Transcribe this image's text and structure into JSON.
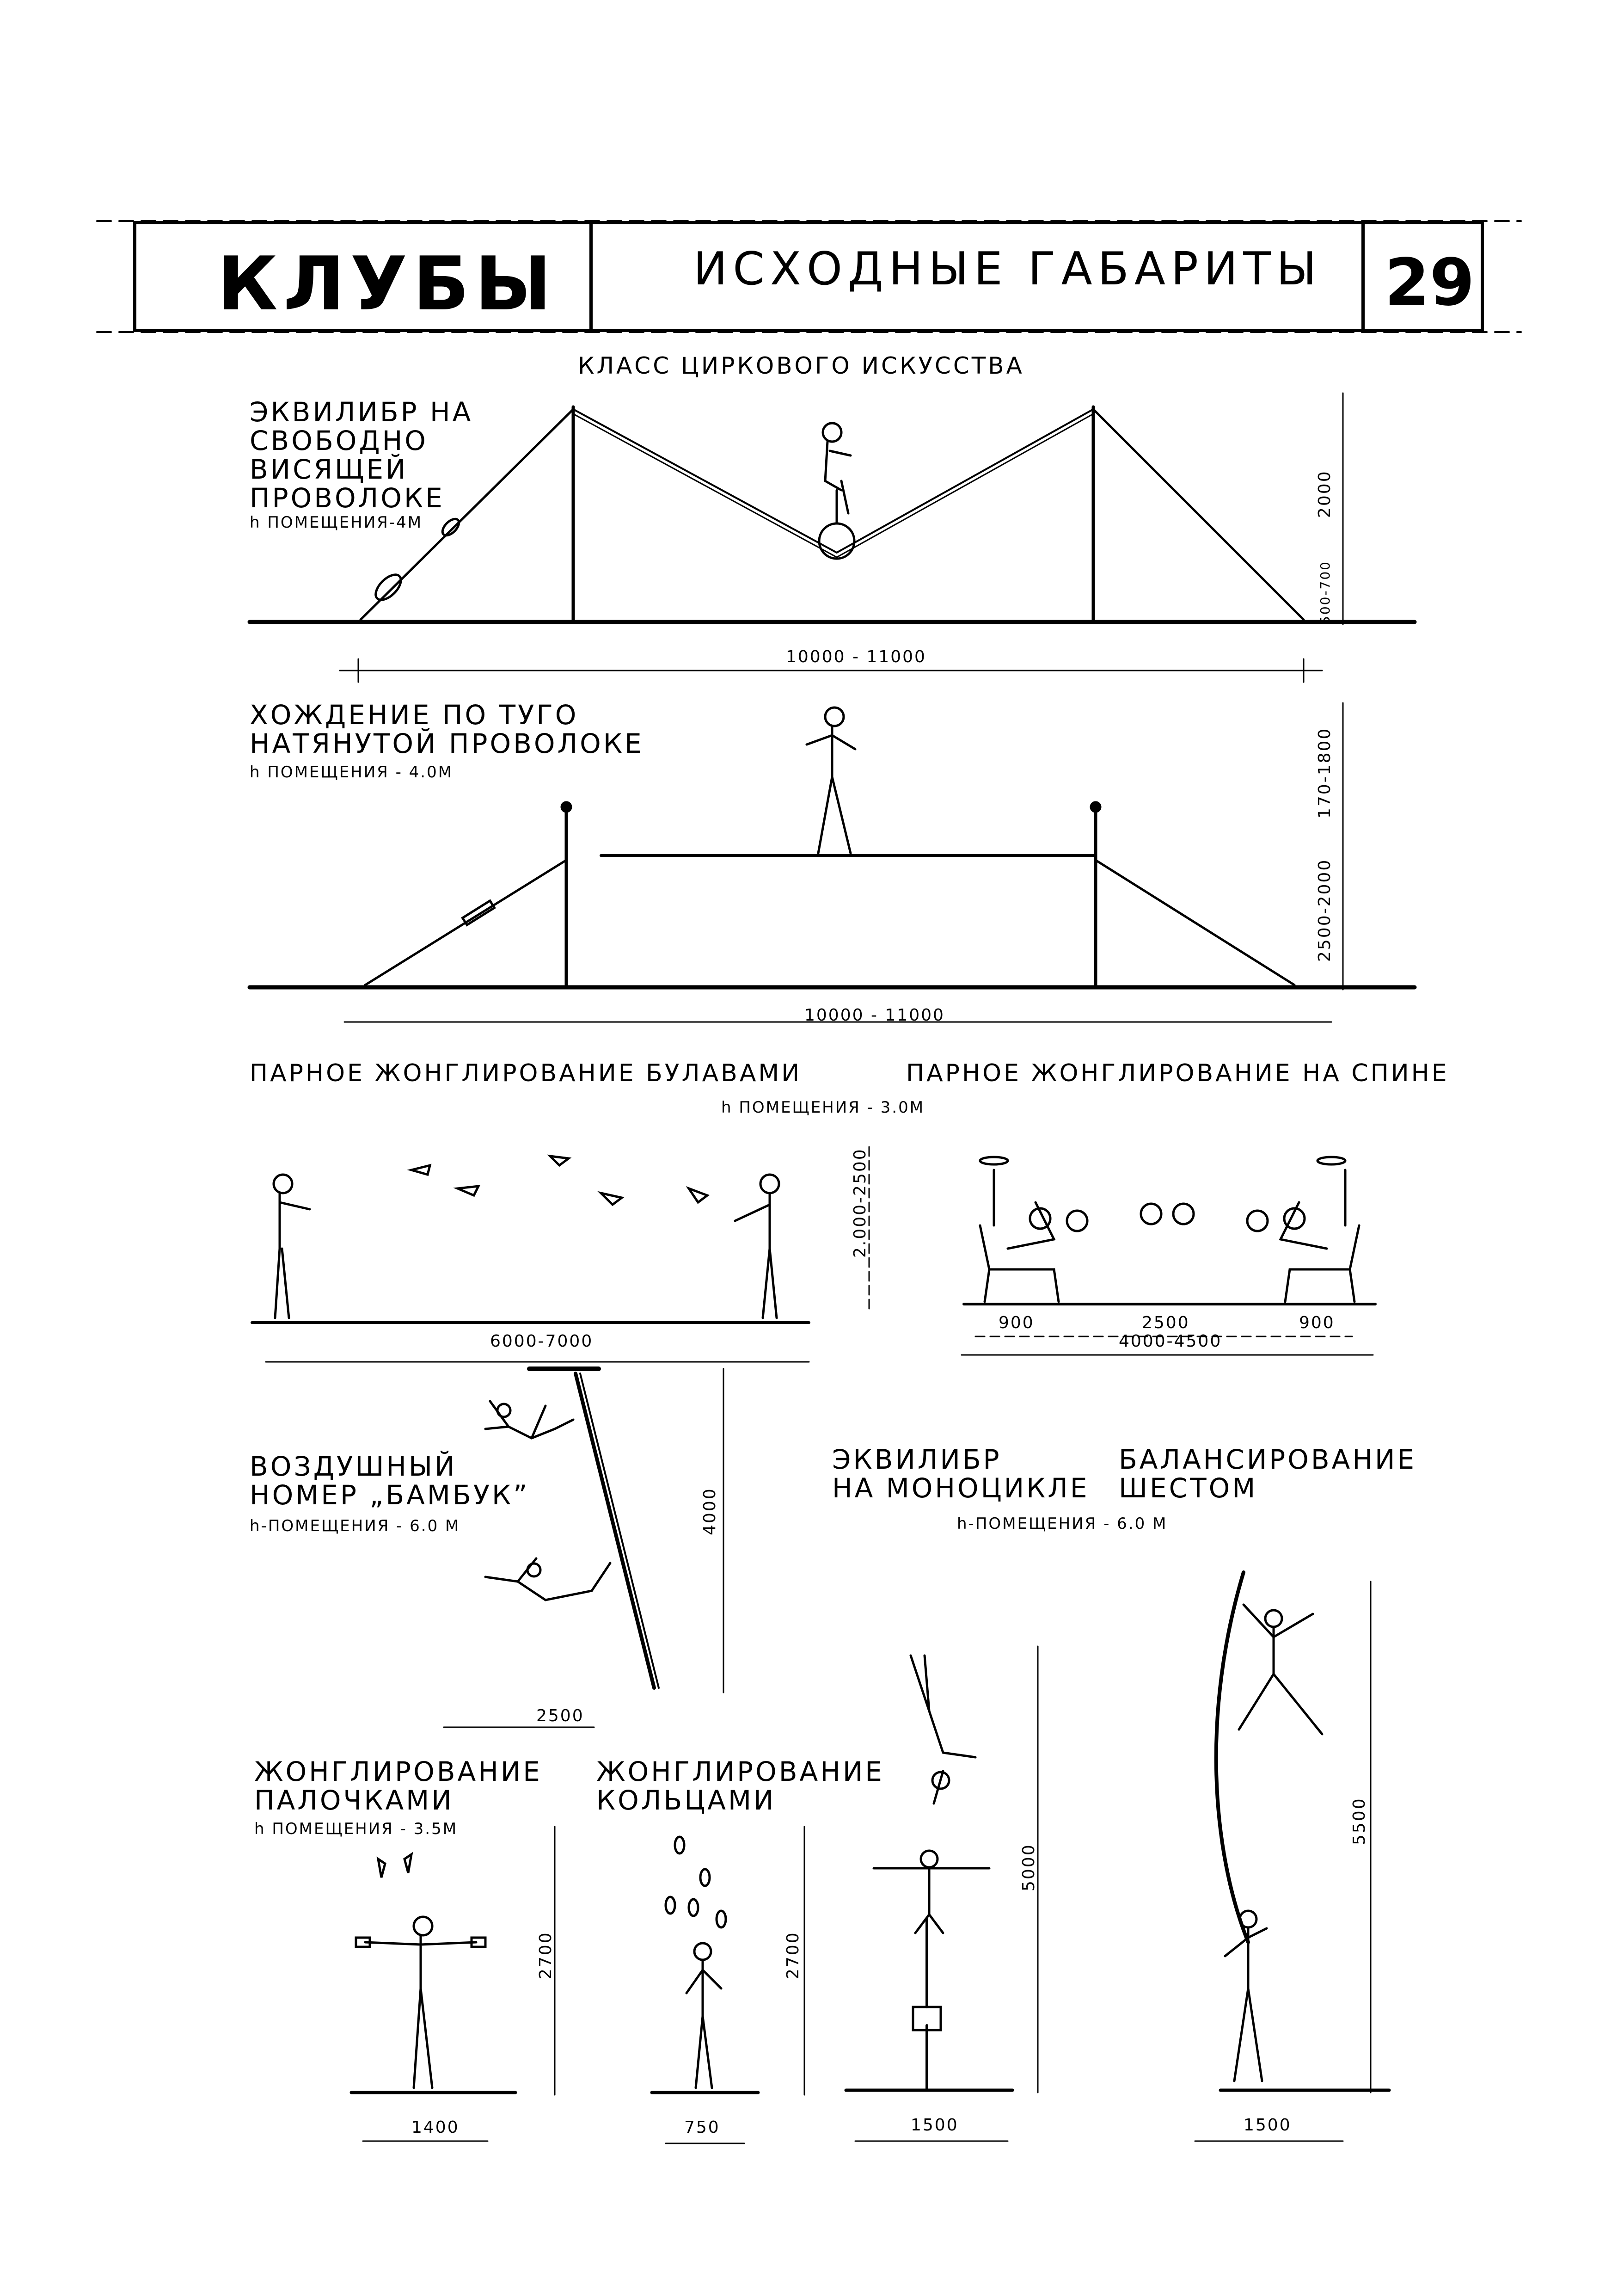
{
  "header": {
    "title": "КЛУБЫ",
    "subtitle": "ИСХОДНЫЕ ГАБАРИТЫ",
    "page_number": "29"
  },
  "section_title": "КЛАСС ЦИРКОВОГО ИСКУССТВА",
  "acts": {
    "wire_loose": {
      "label": "ЭКВИЛИБР НА\nСВОБОДНО\nВИСЯЩЕЙ\nПРОВОЛОКЕ",
      "room": "h ПОМЕЩЕНИЯ-4М",
      "width": "10000 - 11000",
      "height1": "2000",
      "height2": "500-700"
    },
    "wire_tight": {
      "label": "ХОЖДЕНИЕ ПО ТУГО\nНАТЯНУТОЙ ПРОВОЛОКЕ",
      "room": "h ПОМЕЩЕНИЯ - 4.0М",
      "width": "10000 - 11000",
      "height1": "170-1800",
      "height2": "2500-2000"
    },
    "pair_clubs": {
      "label": "ПАРНОЕ ЖОНГЛИРОВАНИЕ БУЛАВАМИ",
      "room": "h ПОМЕЩЕНИЯ - 3.0М",
      "width": "6000-7000",
      "height": "2.000-2500"
    },
    "pair_back": {
      "label": "ПАРНОЕ ЖОНГЛИРОВАНИЕ НА СПИНЕ",
      "d1": "900",
      "d2": "2500",
      "d3": "900",
      "width": "4000-4500"
    },
    "bamboo": {
      "label": "ВОЗДУШНЫЙ\nНОМЕР „БАМБУК”",
      "room": "h-ПОМЕЩЕНИЯ - 6.0 М",
      "height": "4000",
      "width": "2500"
    },
    "unicycle": {
      "label": "ЭКВИЛИБР\nНА МОНОЦИКЛЕ",
      "room": "h-ПОМЕЩЕНИЯ - 6.0 М",
      "height": "5000",
      "width": "1500"
    },
    "pole": {
      "label": "БАЛАНСИРОВАНИЕ\nШЕСТОМ",
      "height": "5500",
      "width": "1500"
    },
    "sticks": {
      "label": "ЖОНГЛИРОВАНИЕ\nПАЛОЧКАМИ",
      "room": "h ПОМЕЩЕНИЯ - 3.5М",
      "height": "2700",
      "width": "1400"
    },
    "rings": {
      "label": "ЖОНГЛИРОВАНИЕ\nКОЛЬЦАМИ",
      "height": "2700",
      "width": "750"
    }
  }
}
